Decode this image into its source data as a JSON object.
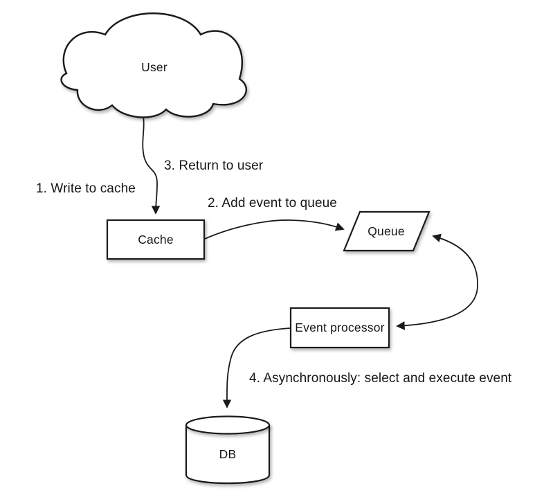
{
  "diagram": {
    "type": "flow-diagram",
    "background": "#ffffff",
    "colors": {
      "stroke": "#1a1a1a",
      "node_fill": "#ffffff",
      "text": "#151515"
    },
    "nodes": [
      {
        "id": "user",
        "label": "User",
        "shape": "cloud"
      },
      {
        "id": "cache",
        "label": "Cache",
        "shape": "rectangle"
      },
      {
        "id": "queue",
        "label": "Queue",
        "shape": "parallelogram"
      },
      {
        "id": "event-processor",
        "label": "Event processor",
        "shape": "rectangle"
      },
      {
        "id": "db",
        "label": "DB",
        "shape": "cylinder"
      }
    ],
    "edges": [
      {
        "from": "user",
        "to": "cache",
        "label": "1. Write to cache",
        "secondary_label": "3. Return to user",
        "direction": "one-way"
      },
      {
        "from": "cache",
        "to": "queue",
        "label": "2. Add event to queue",
        "direction": "one-way"
      },
      {
        "from": "queue",
        "to": "event-processor",
        "label": "",
        "direction": "two-way"
      },
      {
        "from": "event-processor",
        "to": "db",
        "label": "4. Asynchronously: select and execute event",
        "direction": "one-way"
      }
    ]
  }
}
